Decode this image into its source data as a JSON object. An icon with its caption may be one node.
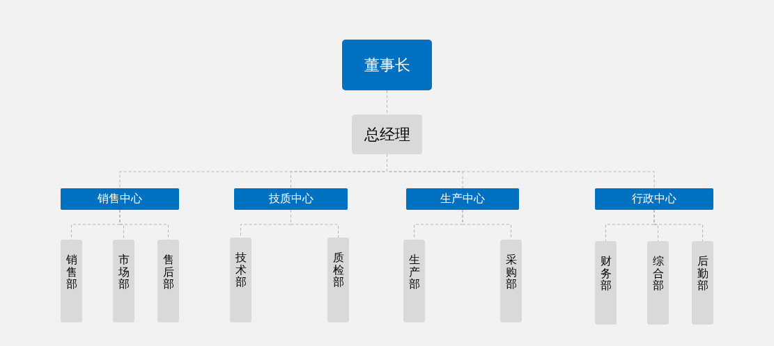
{
  "diagram": {
    "nodes": [
      {
        "text": [
          "董事长"
        ]
      },
      {
        "text": [
          "总经理"
        ]
      },
      {
        "text": [
          "销售中心"
        ]
      },
      {
        "text": [
          "技质中心"
        ]
      },
      {
        "text": [
          "生产中心"
        ]
      },
      {
        "text": [
          "行政中心"
        ]
      },
      {
        "text": [
          "销售部"
        ]
      },
      {
        "text": [
          "市场部"
        ]
      },
      {
        "text": [
          "售后部"
        ]
      },
      {
        "text": [
          "技术部"
        ]
      },
      {
        "text": [
          "质检部"
        ]
      },
      {
        "text": [
          "生产部"
        ]
      },
      {
        "text": [
          "采购部"
        ]
      },
      {
        "text": [
          "财务部"
        ]
      },
      {
        "text": [
          "综合部"
        ]
      },
      {
        "text": [
          "后勤部"
        ]
      }
    ],
    "edges": [
      {
        "from": 0,
        "to": 1,
        "arrow": "none"
      },
      {
        "from": 1,
        "to": 2,
        "arrow": "none"
      },
      {
        "from": 1,
        "to": 3,
        "arrow": "none"
      },
      {
        "from": 1,
        "to": 4,
        "arrow": "none"
      },
      {
        "from": 1,
        "to": 5,
        "arrow": "none"
      },
      {
        "from": 2,
        "to": 6,
        "arrow": "none"
      },
      {
        "from": 2,
        "to": 7,
        "arrow": "none"
      },
      {
        "from": 2,
        "to": 8,
        "arrow": "none"
      },
      {
        "from": 3,
        "to": 9,
        "arrow": "none"
      },
      {
        "from": 3,
        "to": 10,
        "arrow": "none"
      },
      {
        "from": 4,
        "to": 11,
        "arrow": "none"
      },
      {
        "from": 4,
        "to": 12,
        "arrow": "none"
      },
      {
        "from": 5,
        "to": 13,
        "arrow": "none"
      },
      {
        "from": 5,
        "to": 14,
        "arrow": "none"
      },
      {
        "from": 5,
        "to": 15,
        "arrow": "none"
      }
    ]
  }
}
